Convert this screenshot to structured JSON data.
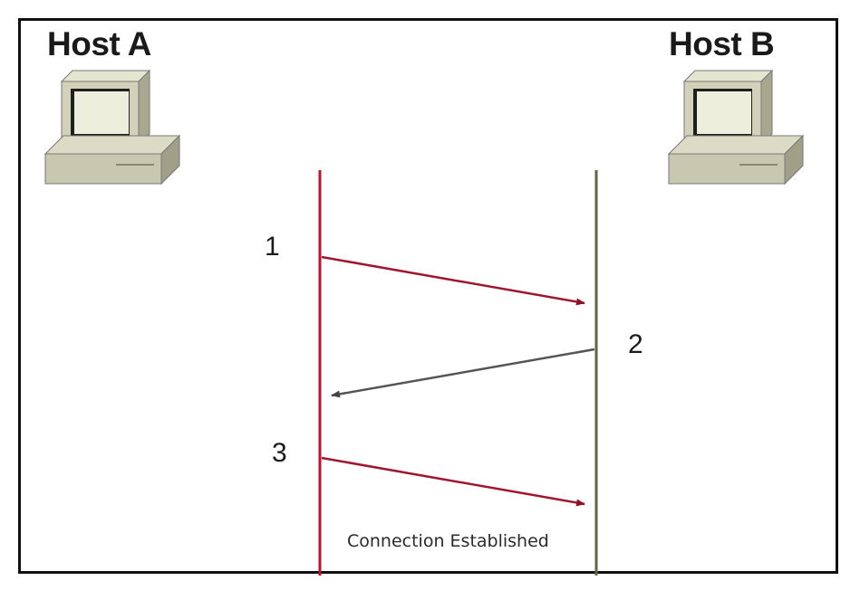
{
  "hosts": {
    "a": {
      "label": "Host A",
      "icon": "computer-icon"
    },
    "b": {
      "label": "Host B",
      "icon": "computer-icon"
    }
  },
  "steps": [
    {
      "label": "1",
      "from": "Host A",
      "to": "Host B"
    },
    {
      "label": "2",
      "from": "Host B",
      "to": "Host A"
    },
    {
      "label": "3",
      "from": "Host A",
      "to": "Host B"
    }
  ],
  "caption": "Connection Established",
  "colors": {
    "host_a_timeline": "#c0102a",
    "host_b_timeline": "#5f6640",
    "arrow_a_to_b": "#a0152e",
    "arrow_b_to_a": "#555555"
  }
}
